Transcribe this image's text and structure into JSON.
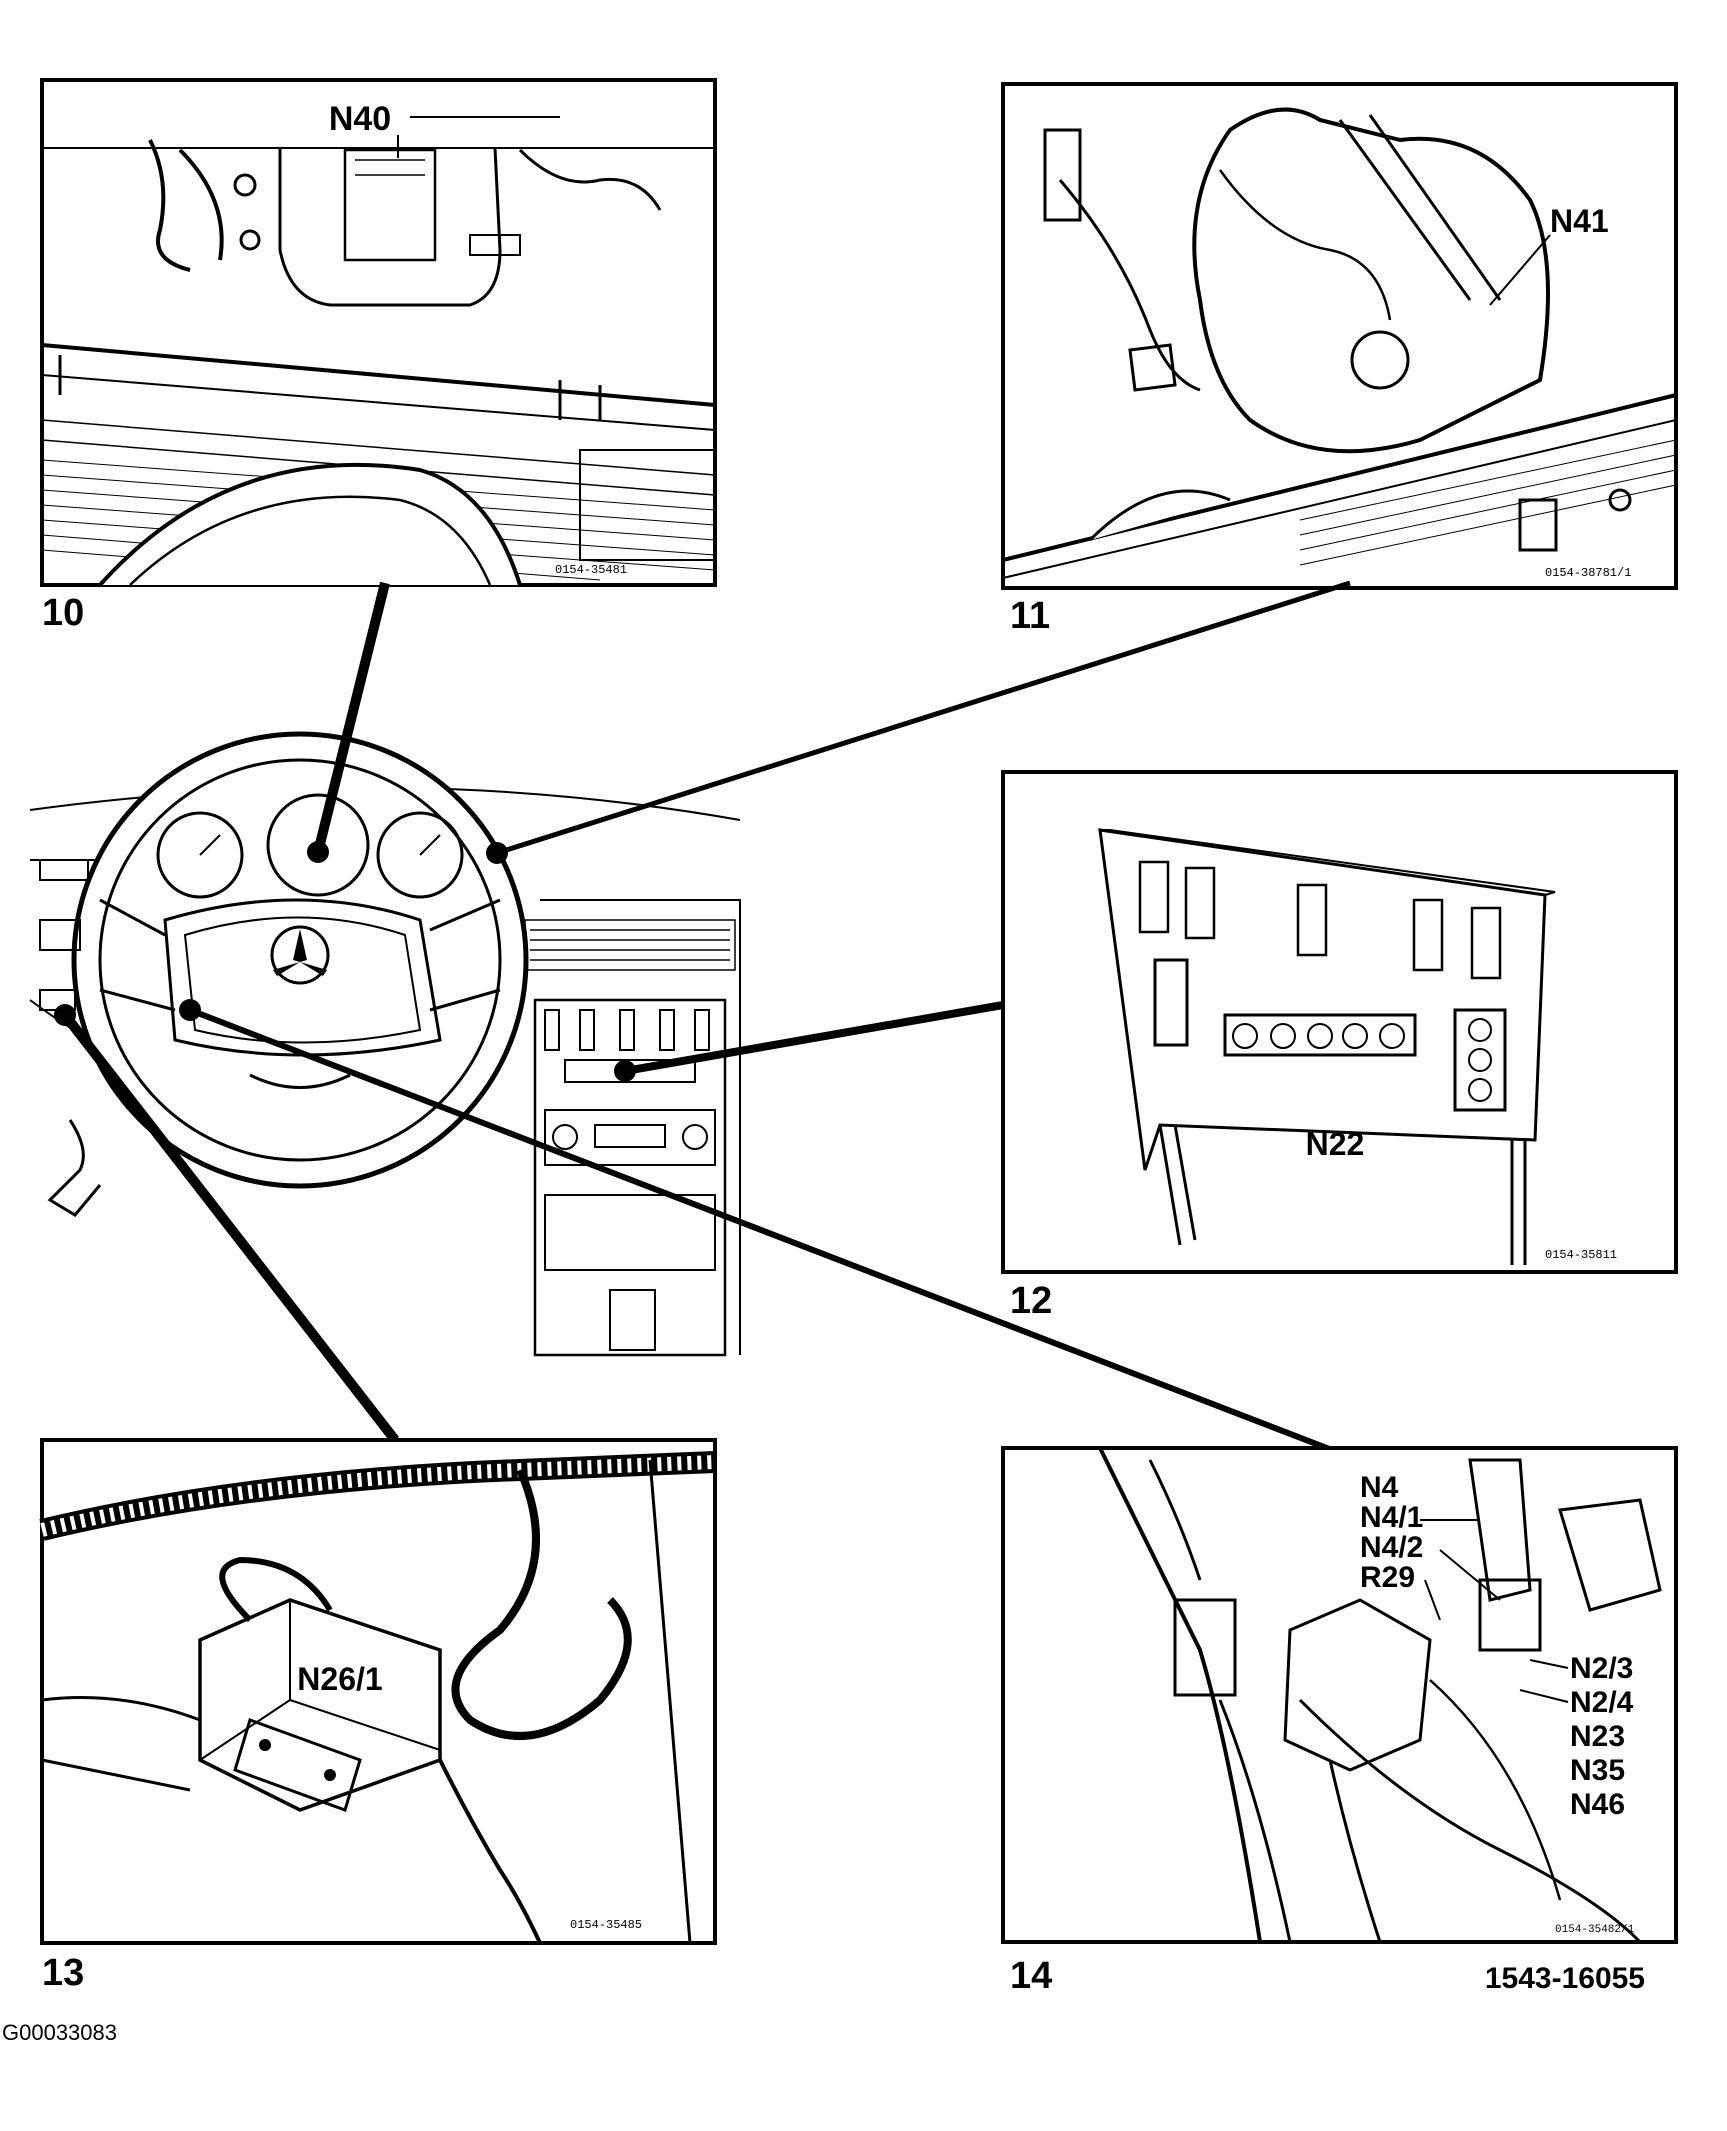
{
  "panels": {
    "p10": {
      "number": "10",
      "callout": "N40",
      "code": "0154-35481"
    },
    "p11": {
      "number": "11",
      "callout": "N41",
      "code": "0154-38781/1"
    },
    "p12": {
      "number": "12",
      "callout": "N22",
      "code": "0154-35811"
    },
    "p13": {
      "number": "13",
      "callout": "N26/1",
      "code": "0154-35485"
    },
    "p14": {
      "number": "14",
      "callouts_left": [
        "N4",
        "N4/1",
        "N4/2",
        "R29"
      ],
      "callouts_right": [
        "N2/3",
        "N2/4",
        "N23",
        "N35",
        "N46"
      ],
      "code": "0154-35482/1"
    }
  },
  "figure_code": "1543-16055",
  "document_id": "G00033083"
}
